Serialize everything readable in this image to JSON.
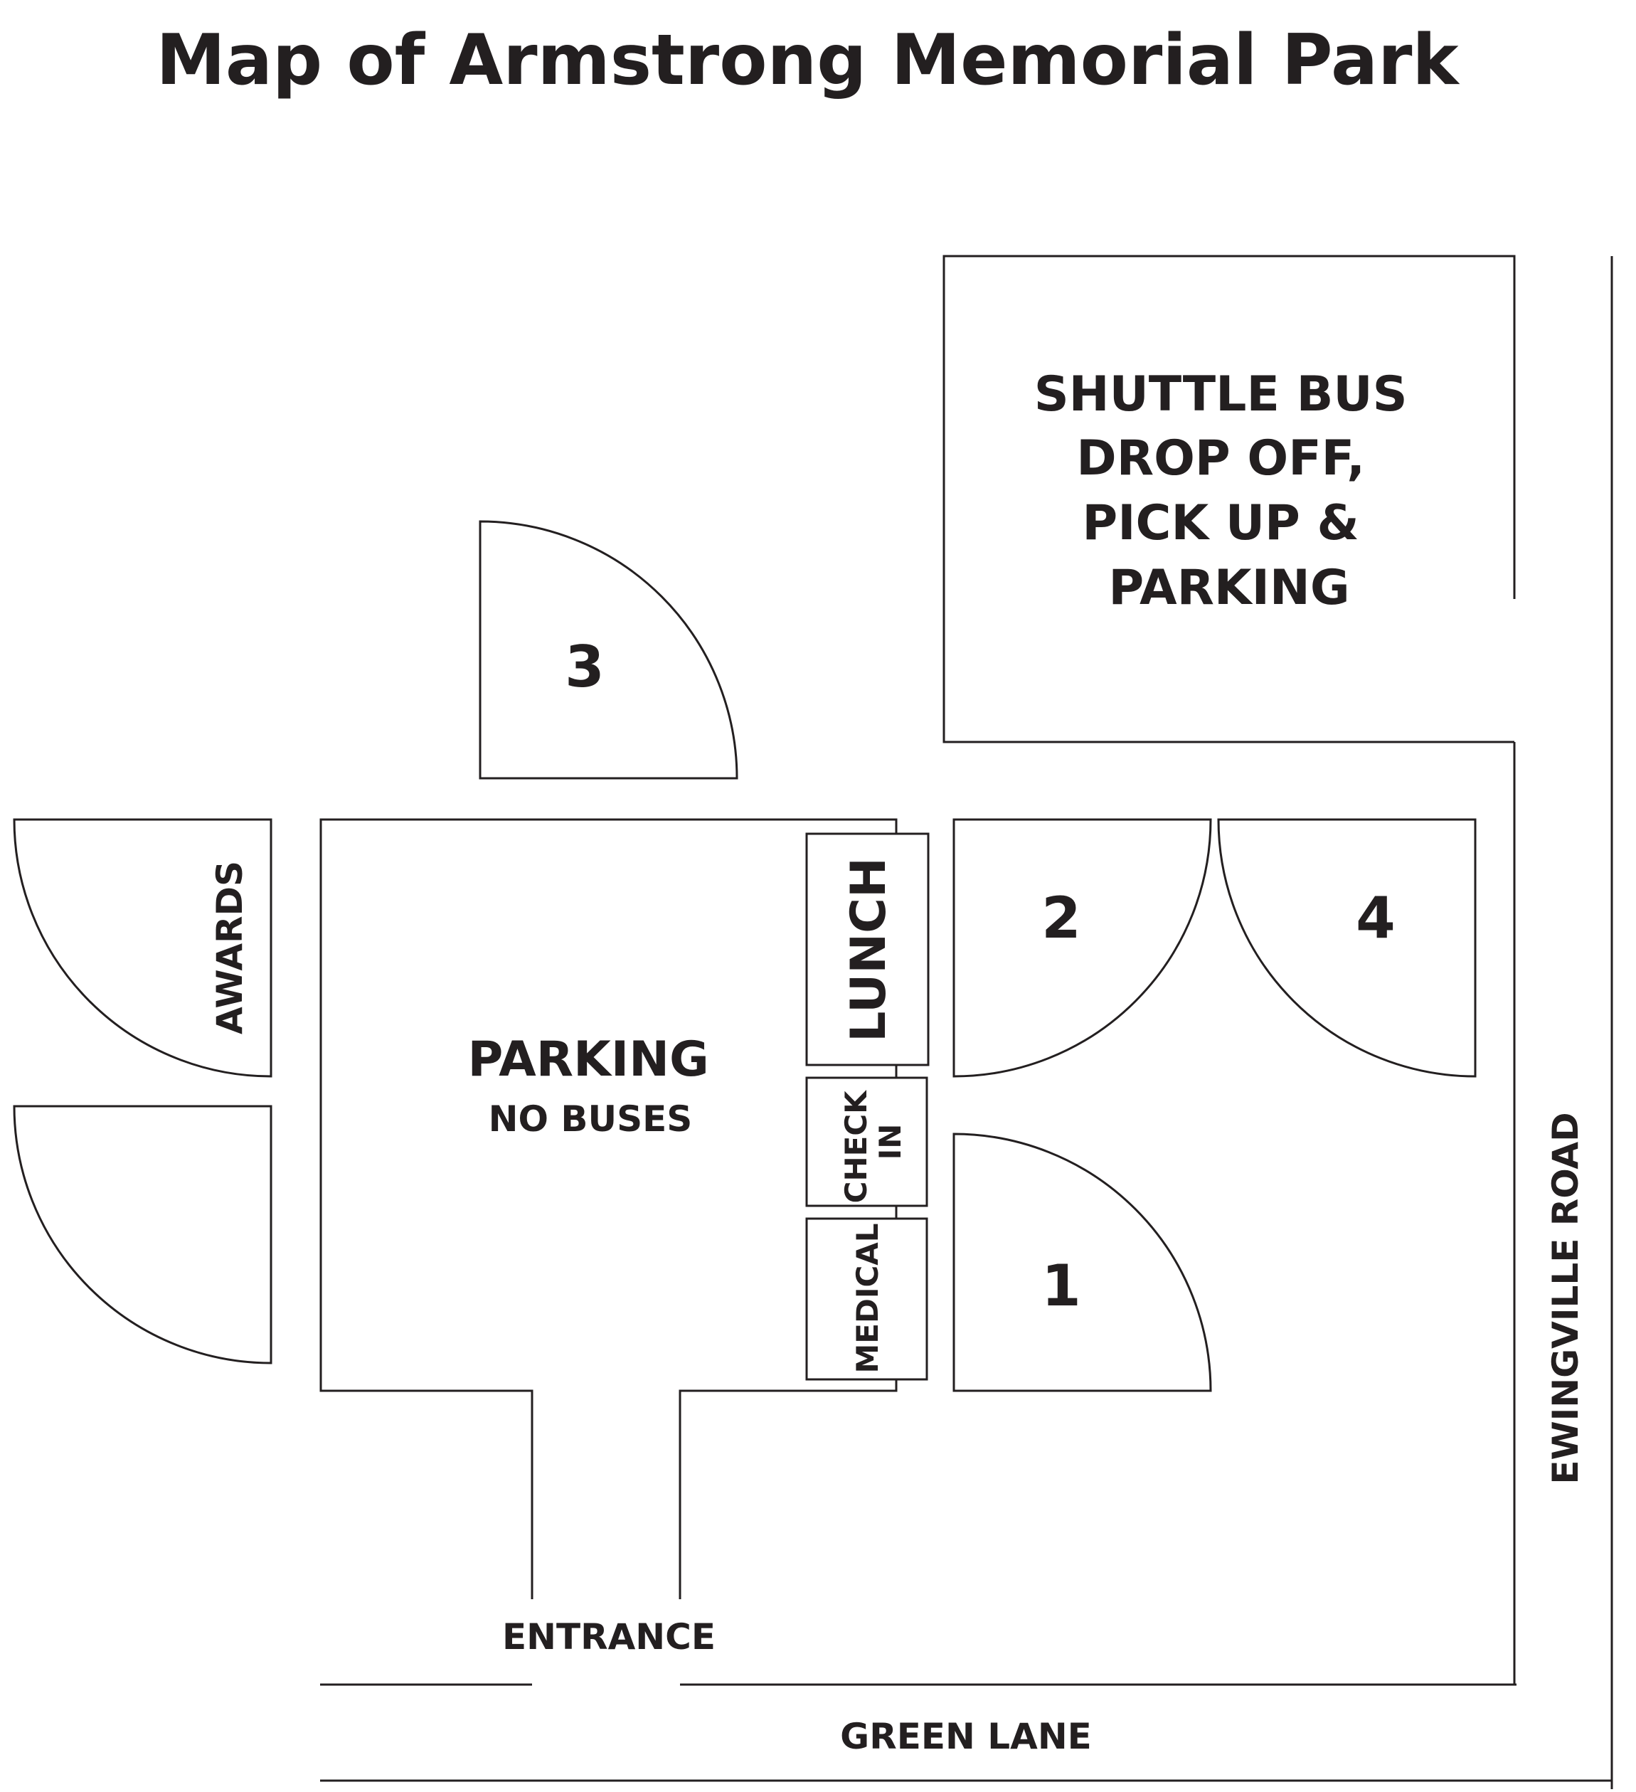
{
  "title": "Map of Armstrong Memorial Park",
  "areas": {
    "shuttle_bus": [
      "SHUTTLE BUS",
      "DROP OFF,",
      "PICK UP &",
      "PARKING"
    ],
    "parking": [
      "PARKING",
      "NO BUSES"
    ],
    "lunch": "LUNCH",
    "check_in": [
      "CHECK",
      "IN"
    ],
    "medical": "MEDICAL",
    "awards": "AWARDS"
  },
  "fields": {
    "field_1": "1",
    "field_2": "2",
    "field_3": "3",
    "field_4": "4"
  },
  "roads": {
    "entrance": "ENTRANCE",
    "green_lane": "GREEN LANE",
    "ewingville_road": "EWINGVILLE ROAD"
  },
  "colors": {
    "ink": "#231f20",
    "background": "#ffffff"
  }
}
